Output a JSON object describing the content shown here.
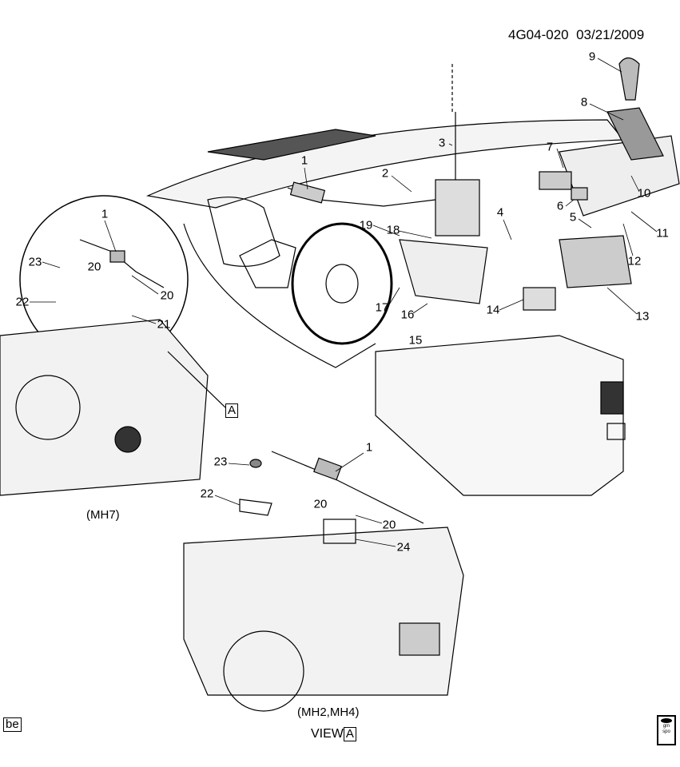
{
  "header": {
    "drawing_id": "4G04-020",
    "date": "03/21/2009"
  },
  "callouts": [
    "9",
    "8",
    "3",
    "1",
    "2",
    "7",
    "6",
    "5",
    "10",
    "11",
    "4",
    "19",
    "18",
    "12",
    "13",
    "14",
    "17",
    "16",
    "15",
    "1",
    "23",
    "20",
    "20",
    "22",
    "21",
    "1",
    "23",
    "22",
    "20",
    "20",
    "24"
  ],
  "labels": {
    "mh7": "(MH7)",
    "mh2_mh4": "(MH2,MH4)",
    "view": "VIEW",
    "view_ref": "A",
    "inset_ref": "A",
    "corner_code": "be"
  },
  "logo": {
    "text": "gm spo"
  }
}
